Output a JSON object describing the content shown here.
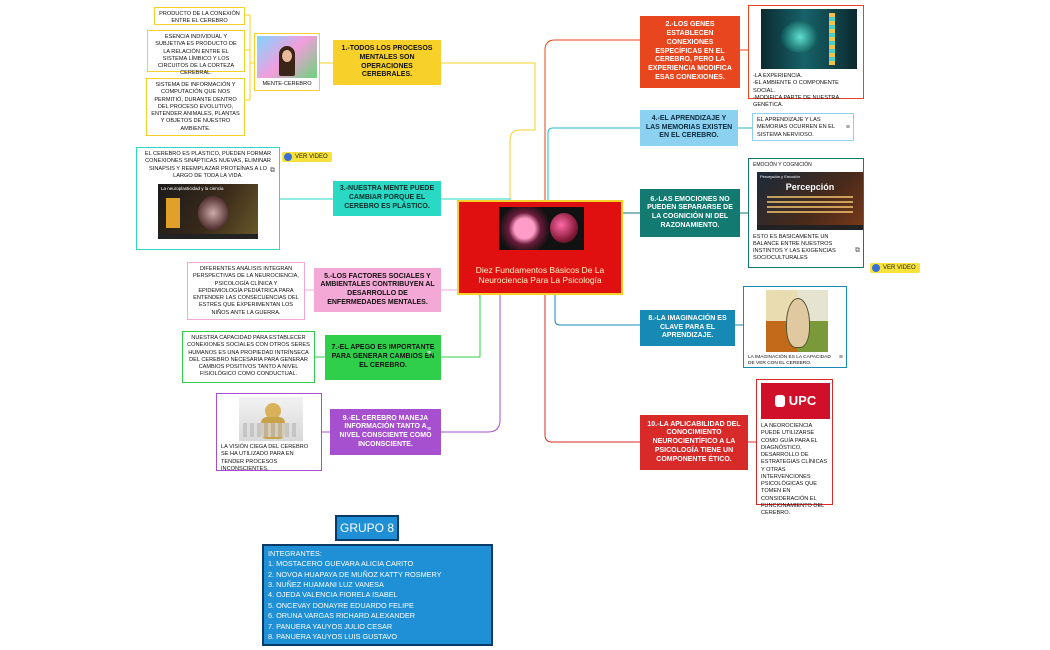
{
  "central": {
    "title": "Diez Fundamentos Básicos De La Neurociencia Para La Psicología"
  },
  "nodes": {
    "n1": {
      "label": "1.-TODOS LOS PROCESOS MENTALES SON OPERACIONES CEREBRALES."
    },
    "n2": {
      "label": "2.-LOS GENES ESTABLECEN CONEXIONES ESPECÍFICAS EN EL CEREBRO, PERO LA EXPERIENCIA MODIFICA ESAS CONEXIONES."
    },
    "n3": {
      "label": "3.-NUESTRA MENTE PUEDE CAMBIAR PORQUE EL CEREBRO ES PLÁSTICO."
    },
    "n4": {
      "label": "4.-EL APRENDIZAJE Y LAS MEMORIAS EXISTEN EN EL CEREBRO."
    },
    "n5": {
      "label": "5.-LOS FACTORES SOCIALES Y AMBIENTALES CONTRIBUYEN AL DESARROLLO DE ENFERMEDADES MENTALES."
    },
    "n6": {
      "label": "6.-LAS EMOCIONES NO PUEDEN SEPARARSE DE LA COGNICIÓN NI DEL RAZONAMIENTO."
    },
    "n7": {
      "label": "7.-EL APEGO ES IMPORTANTE PARA GENERAR CAMBIOS EN EL CEREBRO."
    },
    "n8": {
      "label": "8.-LA IMAGINACIÓN ES CLAVE PARA EL APRENDIZAJE."
    },
    "n9": {
      "label": "9.-EL CEREBRO MANEJA INFORMACIÓN TANTO A NIVEL CONSCIENTE COMO INCONSCIENTE."
    },
    "n10": {
      "label": "10.-LA APLICABILIDAD DEL CONOCIMIENTO NEUROCIENTÍFICO A LA PSICOLOGÍA TIENE UN COMPONENTE ÉTICO."
    }
  },
  "notes": {
    "n1a": "PRODUCTO DE LA CONEXIÓN ENTRE EL CEREBRO",
    "n1b": "ESENCIA INDIVIDUAL Y SUBJETIVA ES PRODUCTO DE LA RELACIÓN ENTRE EL SISTEMA LÍMBICO Y LOS CIRCUITOS DE LA CORTEZA CEREBRAL.",
    "n1c": "SISTEMA DE INFORMACIÓN Y COMPUTACIÓN QUE NOS PERMITIÓ, DURANTE DENTRO DEL PROCESO EVOLUTIVO, ENTENDER ANIMALES, PLANTAS Y OBJETOS DE NUESTRO AMBIENTE.",
    "n1_caption": "MENTE-CEREBRO",
    "n2_lines": [
      "-LA EXPERIENCIA.",
      "-EL AMBIENTE O COMPONENTE SOCIAL.",
      "-MODIFICA PARTE DE NUESTRA GENÉTICA."
    ],
    "n3": "EL CEREBRO ES PLASTICO, PUEDEN FORMAR CONEXIONES SINÁPTICAS NUEVAS, ELIMINAR SINAPSIS Y REEMPLAZAR PROTEÍNAS A LO LARGO DE TODA LA VIDA.",
    "n3_video_title": "La neuroplasticidad y la ciencia",
    "n4": "EL APRENDIZAJE Y LAS MEMORIAS OCURREN EN EL SISTEMA NERVIOSO.",
    "n5": "DIFERENTES ANÁLISIS INTEGRAN PERSPECTIVAS DE LA NEUROCIENCIA, PSICOLOGÍA CLÍNICA Y EPIDEMIOLOGÍA PEDIÁTRICA PARA ENTENDER LAS CONSECUENCIAS DEL ESTRÉS QUE EXPERIMENTAN LOS NIÑOS ANTE LA GUERRA.",
    "n6_video_header": "EMOCIÓN Y COGNICIÓN",
    "n6_video_sub": "Percepción y Emoción",
    "n6_video_title": "Percepción",
    "n6": "ESTO ES BASICAMENTE UN BALANCE ENTRE NUESTROS INSTINTOS Y LAS EXIGENCIAS SOCIOCULTURALES",
    "n7": "NUESTRA CAPACIDAD PARA ESTABLECER CONEXIONES SOCIALES CON OTROS SERES HUMANOS ES UNA PROPIEDAD INTRÍNSECA DEL CEREBRO NECESARIA PARA GENERAR CAMBIOS POSITIVOS TANTO A NIVEL FISIOLÓGICO COMO CONDUCTUAL.",
    "n8": "LA IMAGINACIÓN ES LA CAPACIDAD DE VER CON EL CEREBRO.",
    "n9": "LA VISIÓN CIEGA DEL CEREBRO SE HA UTILIZADO PARA EN TENDER PROCESOS INCONSCIENTES.",
    "n10_logo": "UPC",
    "n10": "LA NEOROCIENCIA PUEDE UTILIZARSE COMO GUÍA PARA EL DIAGNÓSTICO, DESARROLLO DE ESTRATEGIAS CLÍNICAS Y OTRAS INTERVENCIONES PSICOLÓGICAS QUE TOMEN EN CONSIDERACIÓN EL FUNCIONAMIENTO DEL CEREBRO."
  },
  "video_badge": "VER VIDEO",
  "group": {
    "title": "GRUPO 8",
    "heading": "INTEGRANTES:",
    "members": [
      "1. MOSTACERO GUEVARA ALICIA CARITO",
      "2. NOVOA HUAPAYA DE MUÑOZ KATTY ROSMERY",
      "3. NUÑEZ HUAMANI LUZ VANESA",
      "4. OJEDA VALENCIA FIORELA ISABEL",
      "5. ONCEVAY DONAYRE EDUARDO FELIPE",
      "6. ORUNA VARGAS RICHARD ALEXANDER",
      "7. PANUERA YAUYOS JULIO CESAR",
      "8. PANUERA YAUYOS LUIS GUSTAVO"
    ]
  },
  "colors": {
    "n1": "#f7d12a",
    "n2": "#e8461e",
    "n3": "#2ad9c4",
    "n4": "#8cd2f0",
    "n5": "#f4a8d6",
    "n6": "#137a72",
    "n7": "#2fcf4c",
    "n8": "#1689b5",
    "n9": "#a64fcf",
    "n10": "#d92a2a",
    "central": "#e01010",
    "group": "#1f8fd6"
  }
}
